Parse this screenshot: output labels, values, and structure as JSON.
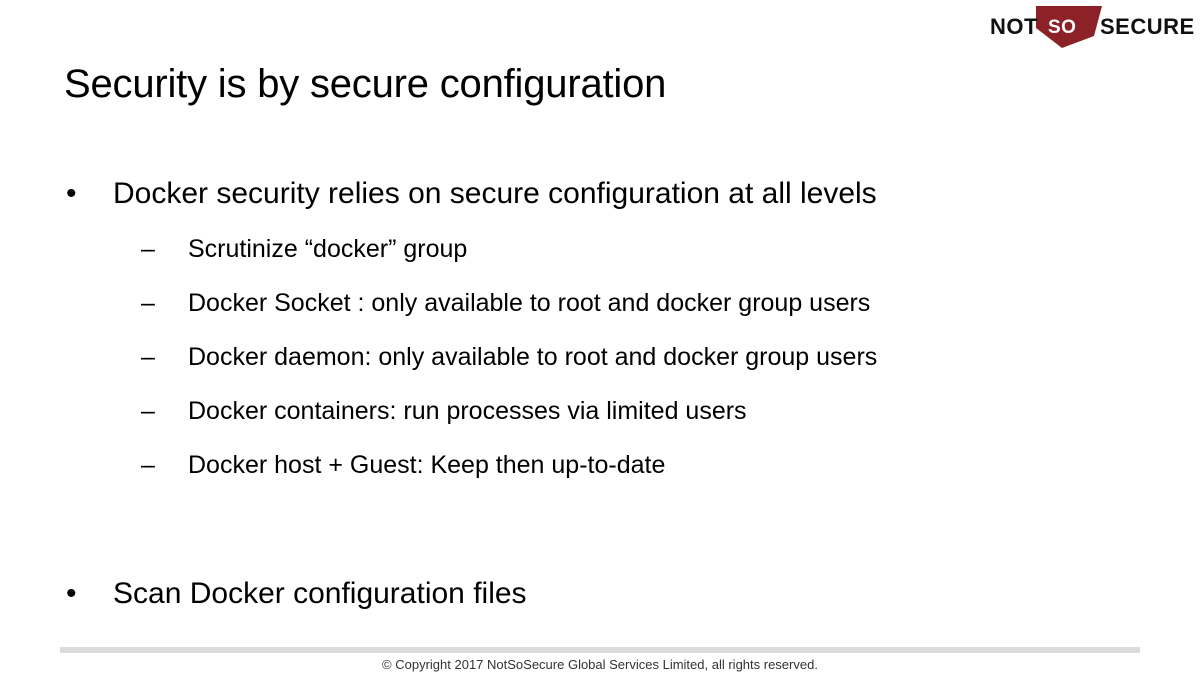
{
  "slide": {
    "title": "Security is by secure configuration",
    "logo": {
      "word_left": "NOT",
      "word_badge": "SO",
      "word_right": "SECURE",
      "badge_color": "#8C2128",
      "text_color": "#111111"
    },
    "bullets": [
      {
        "marker": "•",
        "level": 1,
        "text": "Docker security relies on secure configuration at all levels"
      },
      {
        "marker": "–",
        "level": 2,
        "text": "Scrutinize “docker” group"
      },
      {
        "marker": "–",
        "level": 2,
        "text": "Docker Socket : only available to root and docker group users"
      },
      {
        "marker": "–",
        "level": 2,
        "text": "Docker daemon: only available to root and docker group users"
      },
      {
        "marker": "–",
        "level": 2,
        "text": "Docker containers: run processes via limited users"
      },
      {
        "marker": "–",
        "level": 2,
        "text": "Docker host + Guest: Keep then up-to-date"
      },
      {
        "marker": "•",
        "level": 1,
        "text": "Scan Docker configuration files"
      }
    ],
    "footer": {
      "copyright": "© Copyright 2017 NotSoSecure Global Services Limited, all rights reserved.",
      "rule_color": "#dcdcdc"
    }
  }
}
